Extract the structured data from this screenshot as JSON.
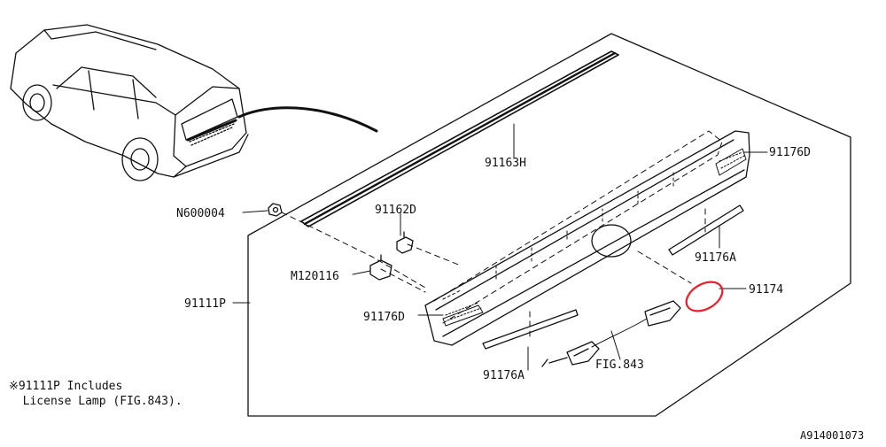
{
  "callouts": {
    "n600004": "N600004",
    "c91162d": "91162D",
    "m120116": "M120116",
    "c91111p": "91111P",
    "c91176d_left": "91176D",
    "c91176a_bottom": "91176A",
    "c91163h": "91163H",
    "c91176d_right": "91176D",
    "c91176a_right": "91176A",
    "c91174": "91174",
    "fig843": "FIG.843"
  },
  "note": {
    "line1": "※91111P Includes",
    "line2": "  License Lamp (FIG.843)."
  },
  "document_id": "A914001073",
  "colors": {
    "line": "#111111",
    "highlight": "#e8202a",
    "background": "#ffffff"
  }
}
